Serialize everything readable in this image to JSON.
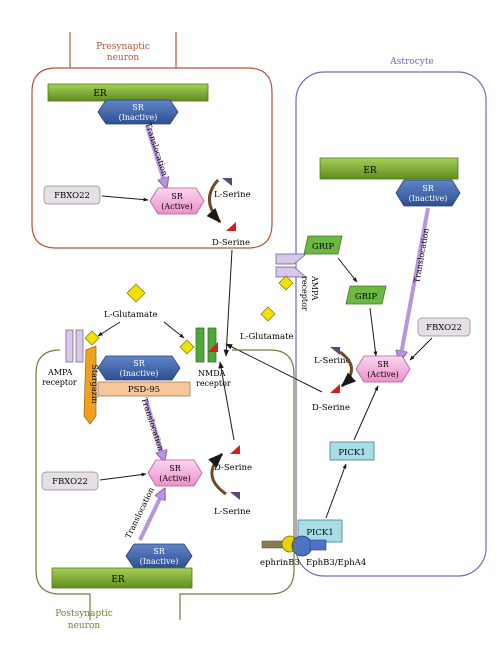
{
  "compartments": {
    "presynaptic": "Presynaptic neuron",
    "postsynaptic": "Postsynaptic neuron",
    "astrocyte": "Astrocyte"
  },
  "pre": {
    "er": "ER",
    "sr_inactive": [
      "SR",
      "(Inactive)"
    ],
    "translocation": "Translocation",
    "fbxo22": "FBXO22",
    "sr_active": [
      "SR",
      "(Active)"
    ],
    "l_serine": "L-Serine",
    "d_serine": "D-Serine"
  },
  "synapse": {
    "l_glutamate": "L-Glutamate",
    "ampa_receptor": [
      "AMPA",
      "receptor"
    ],
    "stargazin": "Stargazin",
    "sr_inactive": [
      "SR",
      "(Inactive)"
    ],
    "psd95": "PSD-95",
    "nmda_receptor": [
      "NMDA",
      "receptor"
    ]
  },
  "post": {
    "translocation_1": "Translocation",
    "translocation_2": "Translocation",
    "fbxo22": "FBXO22",
    "sr_active": [
      "SR",
      "(Active)"
    ],
    "d_serine": "D-Serine",
    "l_serine": "L-Serine",
    "sr_inactive": [
      "SR",
      "(Inactive)"
    ],
    "er": "ER",
    "ephrinb3": "ephrinB3"
  },
  "astro": {
    "er": "ER",
    "sr_inactive": [
      "SR",
      "(Inactive)"
    ],
    "translocation": "Translocation",
    "grip_1": "GRIP",
    "grip_2": "GRIP",
    "ampa_receptor": [
      "AMPA",
      "receptor"
    ],
    "l_glutamate": "L-Glutamate",
    "fbxo22": "FBXO22",
    "l_serine": "L-Serine",
    "d_serine": "D-Serine",
    "sr_active": [
      "SR",
      "(Active)"
    ],
    "pick1_1": "PICK1",
    "pick1_2": "PICK1",
    "ephb": "EphB3/EphA4"
  },
  "colors": {
    "presynaptic_border": "#b5533a",
    "astrocyte_border": "#6a6fb8",
    "postsynaptic_border": "#7a7a3a",
    "er_green": "#7fae2e",
    "sr_inactive_blue": "#3f63a8",
    "sr_active_pink": "#f2a8d6",
    "fbxo22_gray": "#e6e0e6",
    "diamond_yellow": "#f2e200",
    "stargazin_orange": "#f0a020",
    "psd95_peach": "#f6c79a",
    "grip_green": "#6cb842",
    "pick1_cyan": "#a8dde6",
    "translocation_arrow": "#b895dc",
    "d_serine_red": "#d21f1f",
    "l_serine_purple": "#5a4a7a"
  }
}
